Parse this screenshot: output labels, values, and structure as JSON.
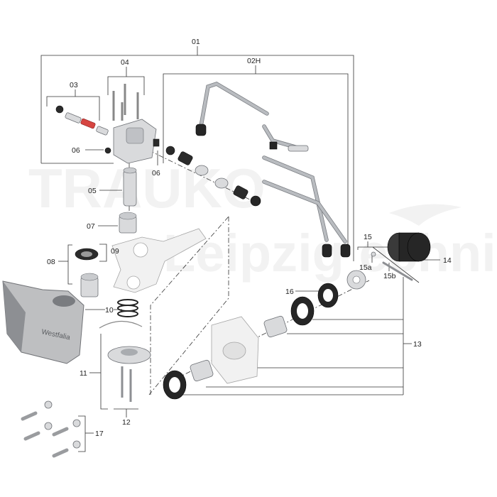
{
  "watermark": {
    "line1": "TRAUKO",
    "line2": "Leipzig echnik"
  },
  "housing_engraving": "Westfalia",
  "callouts": {
    "c01": "01",
    "c02H": "02H",
    "c03": "03",
    "c04": "04",
    "c05": "05",
    "c06a": "06",
    "c06b": "06",
    "c07": "07",
    "c08": "08",
    "c09": "09",
    "c10": "10",
    "c11": "11",
    "c12": "12",
    "c13": "13",
    "c14": "14",
    "c15": "15",
    "c15a": "15a",
    "c15b": "15b",
    "c16": "16",
    "c17": "17"
  }
}
